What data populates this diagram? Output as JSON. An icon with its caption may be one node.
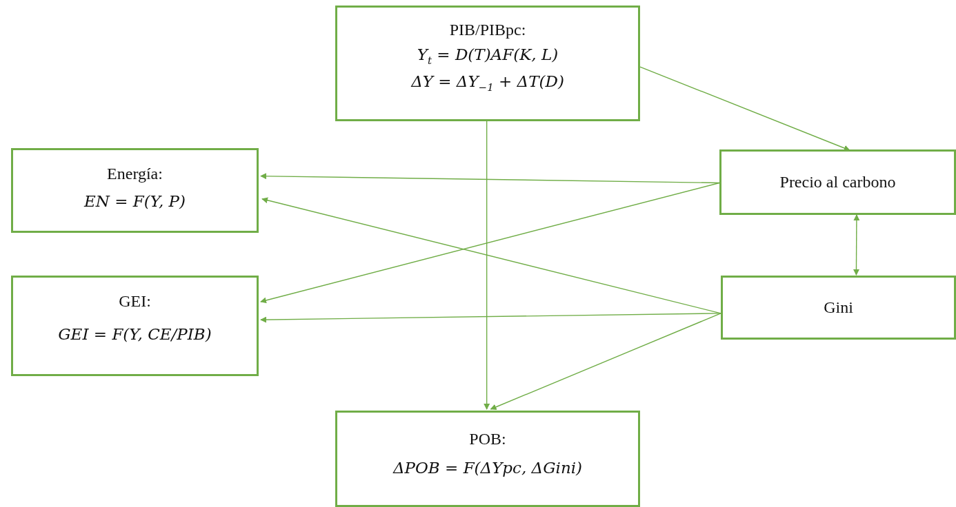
{
  "diagram": {
    "nodes": [
      {
        "text": [
          "PIB/PIBpc:",
          "Y$_{t}$ = D(T)AF(K, L)",
          "ΔY = ΔY$_{−1}$ + ΔT(D)"
        ]
      },
      {
        "text": [
          "Energía:",
          "EN = F(Y, P)"
        ]
      },
      {
        "text": [
          "Precio al carbono"
        ]
      },
      {
        "text": [
          "GEI:",
          "GEI = F(Y, CE/PIB)"
        ]
      },
      {
        "text": [
          "Gini"
        ]
      },
      {
        "text": [
          "POB:",
          "ΔPOB = F(ΔYpc, ΔGini)"
        ]
      }
    ],
    "edges": [
      {
        "from": 0,
        "to": 2,
        "arrow": "to"
      },
      {
        "from": 0,
        "to": 5,
        "arrow": "to"
      },
      {
        "from": 2,
        "to": 1,
        "arrow": "to"
      },
      {
        "from": 2,
        "to": 3,
        "arrow": "to"
      },
      {
        "from": 4,
        "to": 1,
        "arrow": "to"
      },
      {
        "from": 4,
        "to": 3,
        "arrow": "to"
      },
      {
        "from": 4,
        "to": 5,
        "arrow": "to"
      },
      {
        "from": 2,
        "to": 4,
        "arrow": "both"
      }
    ]
  }
}
